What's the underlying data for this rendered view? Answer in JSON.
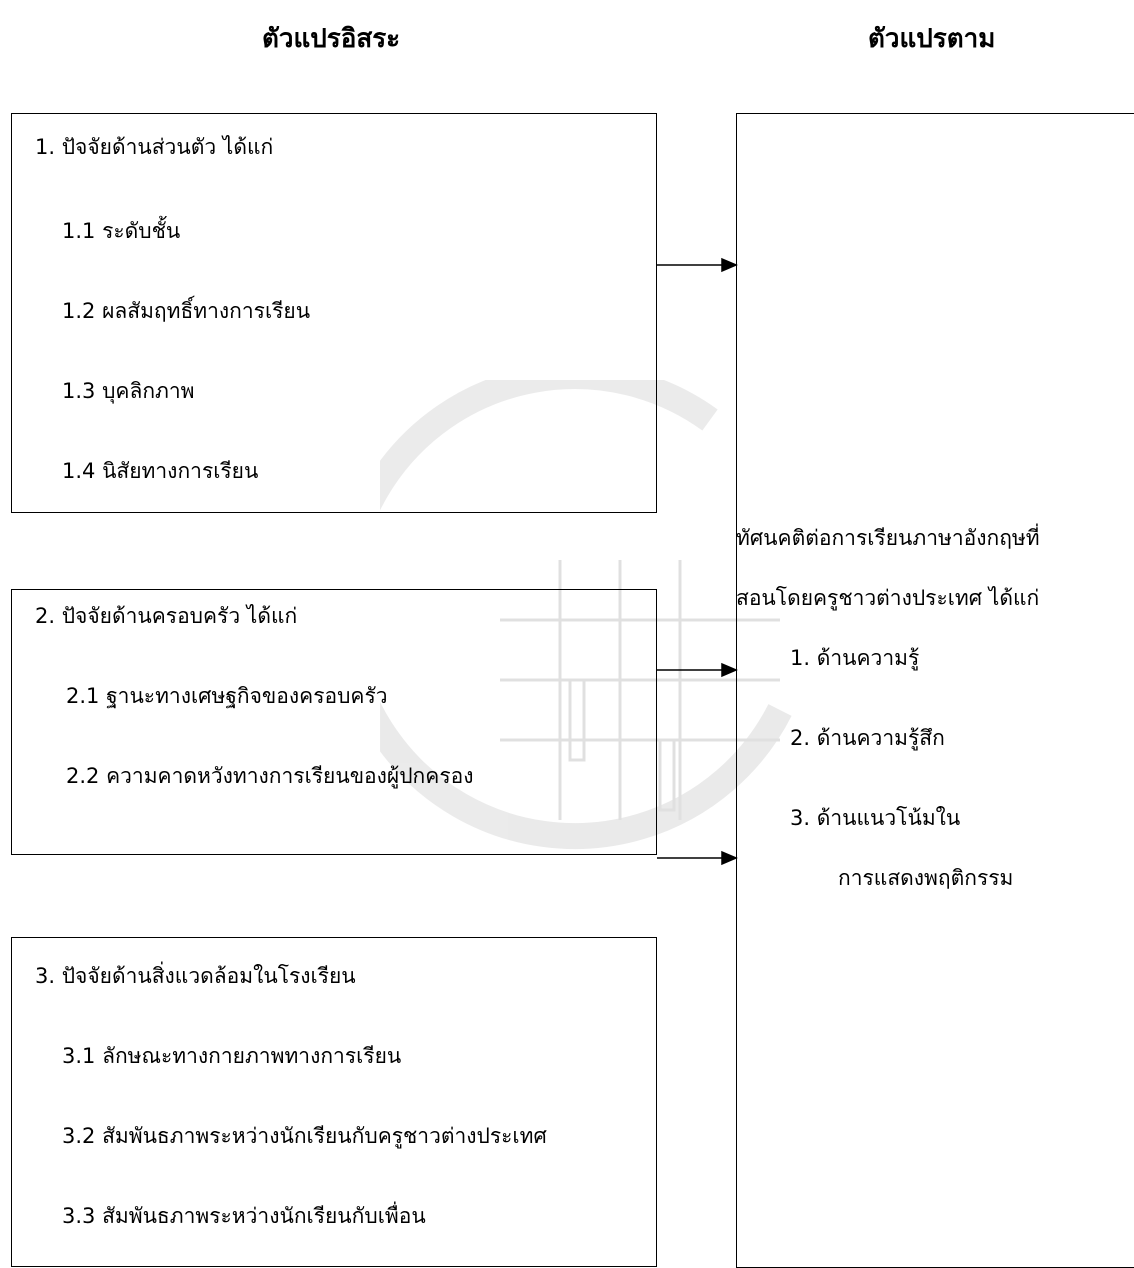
{
  "headings": {
    "independent": "ตัวแปรอิสระ",
    "dependent": "ตัวแปรตาม"
  },
  "independent_boxes": [
    {
      "title": "1. ปัจจัยด้านส่วนตัว  ได้แก่",
      "items": [
        "1.1 ระดับชั้น",
        "1.2 ผลสัมฤทธิ์ทางการเรียน",
        "1.3 บุคลิกภาพ",
        "1.4 นิสัยทางการเรียน"
      ]
    },
    {
      "title": "2. ปัจจัยด้านครอบครัว ได้แก่",
      "items": [
        "2.1 ฐานะทางเศษฐกิจของครอบครัว",
        "2.2 ความคาดหวังทางการเรียนของผู้ปกครอง"
      ]
    },
    {
      "title": "3. ปัจจัยด้านสิ่งแวดล้อมในโรงเรียน",
      "items": [
        "3.1 ลักษณะทางกายภาพทางการเรียน",
        "3.2 สัมพันธภาพระหว่างนักเรียนกับครูชาวต่างประเทศ",
        "3.3 สัมพันธภาพระหว่างนักเรียนกับเพื่อน"
      ]
    }
  ],
  "dependent_box": {
    "lines": [
      "ทัศนคติต่อการเรียนภาษาอังกฤษที่",
      "สอนโดยครูชาวต่างประเทศ ได้แก่"
    ],
    "items": [
      "1. ด้านความรู้",
      "2. ด้านความรู้สึก",
      "3. ด้านแนวโน้มใน",
      "การแสดงพฤติกรรม"
    ]
  },
  "colors": {
    "line": "#000000",
    "watermark": "#c8c8c8"
  }
}
